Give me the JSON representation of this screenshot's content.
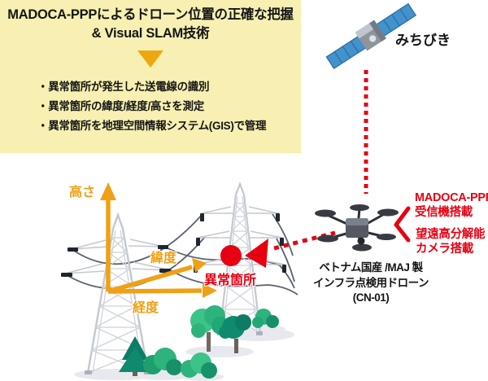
{
  "colors": {
    "panel_bg": "#f7f0b2",
    "accent_gold": "#eea80f",
    "axis_orange": "#f0a014",
    "alert_red": "#e60012"
  },
  "panel": {
    "title_line1": "MADOCA-PPPによるドローン位置の正確な把握",
    "title_line2": "& Visual SLAM技術",
    "bullets": [
      "・異常箇所が発生した送電線の識別",
      "・異常箇所の緯度/経度/高さを測定",
      "・異常箇所を地理空間情報システム(GIS)で管理"
    ]
  },
  "satellite": {
    "label": "みちびき"
  },
  "axes": {
    "height": "高さ",
    "latitude": "緯度",
    "longitude": "経度"
  },
  "anomaly": {
    "label": "異常箇所"
  },
  "drone": {
    "receiver_line1": "MADOCA-PPP",
    "receiver_line2": "受信機搭載",
    "camera_line1": "望遠高分解能",
    "camera_line2": "カメラ搭載",
    "caption_line1": "ベトナム国産 /MAJ 製",
    "caption_line2": "インフラ点検用ドローン",
    "caption_line3": "(CN-01)"
  }
}
